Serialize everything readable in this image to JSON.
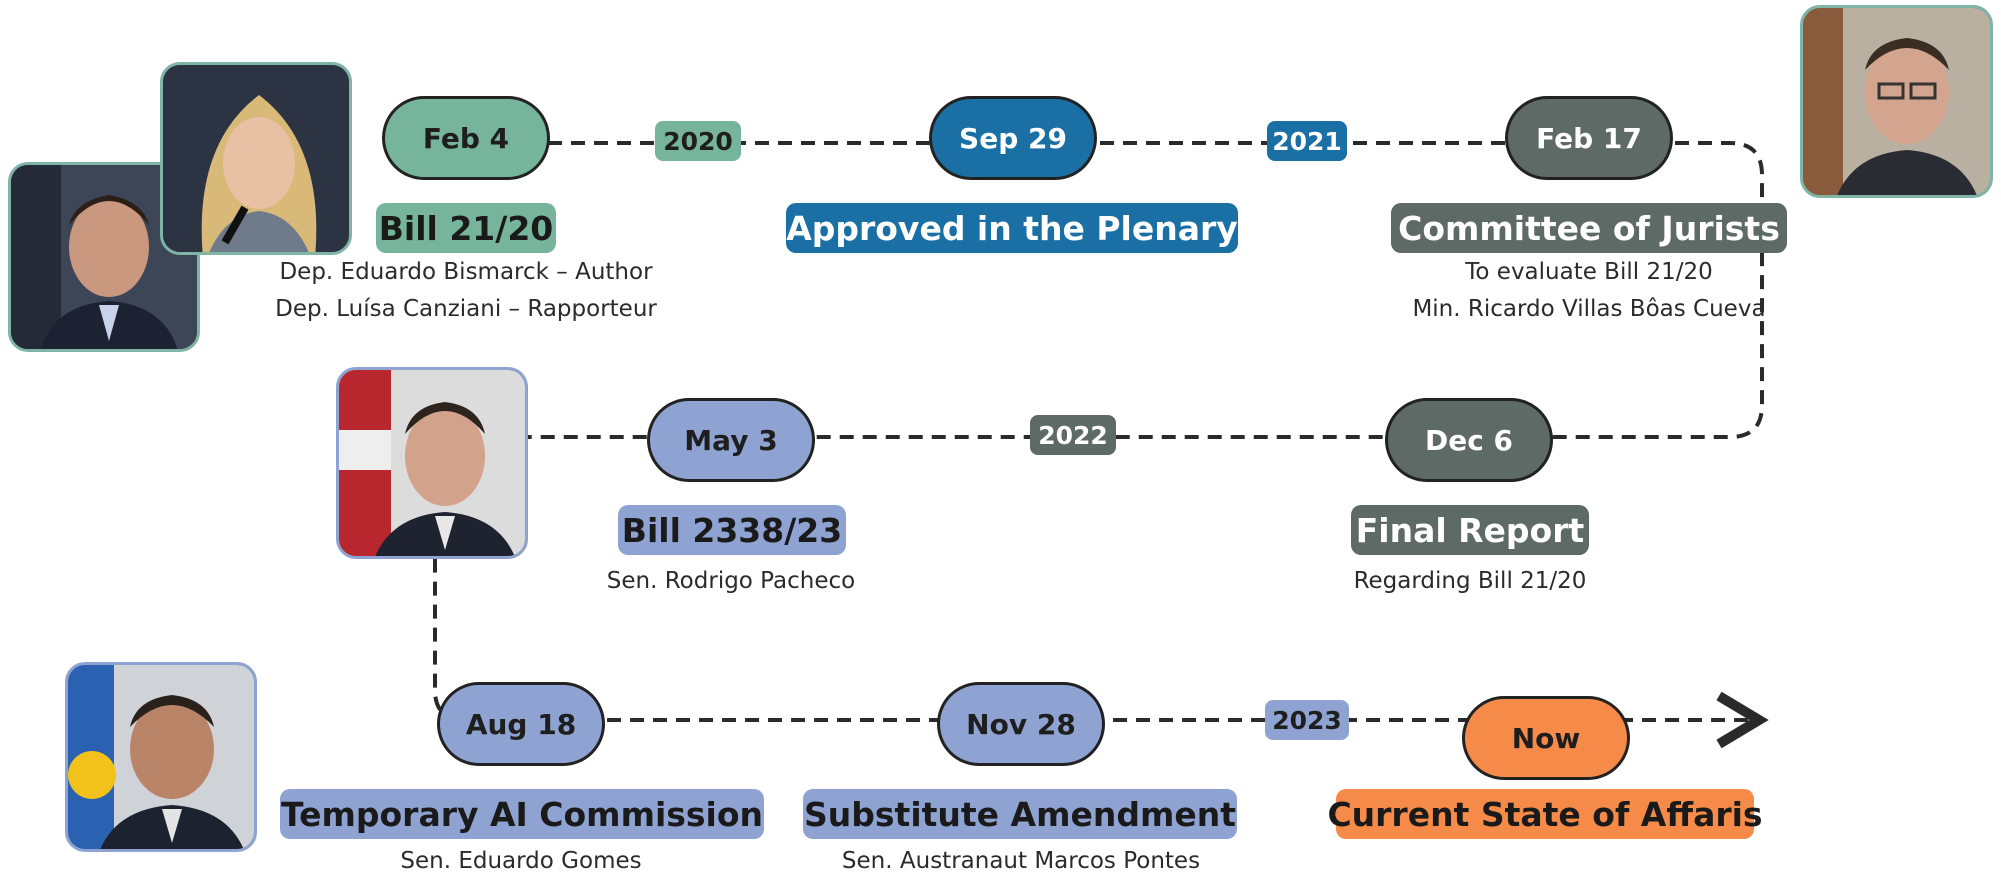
{
  "colors": {
    "green": "#76b49c",
    "blue": "#1a6fa5",
    "slate": "#5e6a66",
    "periwinkle": "#8ea3d1",
    "orange": "#f68a48",
    "line": "#2a2a2a"
  },
  "events": {
    "feb4": {
      "date": "Feb 4",
      "title": "Bill 21/20",
      "desc1": "Dep. Eduardo Bismarck – Author",
      "desc2": "Dep. Luísa Canziani – Rapporteur"
    },
    "sep29": {
      "date": "Sep 29",
      "title": "Approved in the Plenary"
    },
    "feb17": {
      "date": "Feb 17",
      "title": "Committee of Jurists",
      "desc1": "To evaluate Bill 21/20",
      "desc2": "Min. Ricardo Villas Bôas Cueva"
    },
    "dec6": {
      "date": "Dec 6",
      "title": "Final Report",
      "desc1": "Regarding Bill 21/20"
    },
    "may3": {
      "date": "May 3",
      "title": "Bill 2338/23",
      "desc1": "Sen. Rodrigo Pacheco"
    },
    "aug18": {
      "date": "Aug 18",
      "title": "Temporary AI Commission",
      "desc1": "Sen. Eduardo Gomes"
    },
    "nov28": {
      "date": "Nov 28",
      "title": "Substitute Amendment",
      "desc1": "Sen. Austranaut Marcos Pontes"
    },
    "now": {
      "date": "Now",
      "title": "Current State of Affaris"
    }
  },
  "years": [
    "2020",
    "2021",
    "2022",
    "2023"
  ],
  "photos": [
    "eduardo-bismarck-photo",
    "luisa-canziani-photo",
    "ricardo-villas-boas-cueva-photo",
    "rodrigo-pacheco-photo",
    "eduardo-gomes-photo"
  ]
}
